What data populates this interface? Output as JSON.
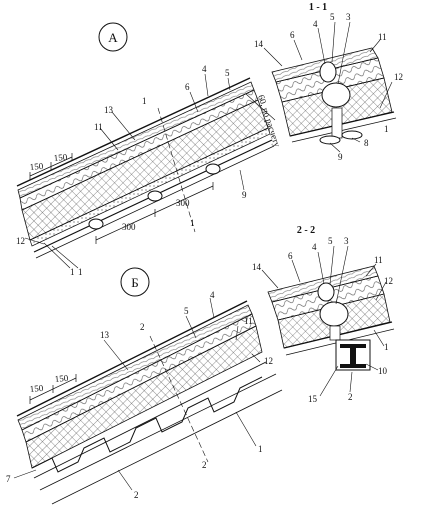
{
  "view_a": {
    "label": "А"
  },
  "view_b": {
    "label": "Б"
  },
  "section_1": {
    "title": "1 - 1"
  },
  "section_2": {
    "title": "2 - 2"
  },
  "callouts": {
    "n1": "1",
    "n2": "2",
    "n3": "3",
    "n4": "4",
    "n5": "5",
    "n6": "6",
    "n7": "7",
    "n8": "8",
    "n9": "9",
    "n10": "10",
    "n11": "11",
    "n12": "12",
    "n13": "13",
    "n14": "14",
    "n15": "15"
  },
  "dimensions": {
    "d150": "150",
    "d300": "300",
    "calc_note": "60, по расчету"
  },
  "colors": {
    "ink": "#111111",
    "paper": "#ffffff",
    "hatch": "#333333"
  }
}
